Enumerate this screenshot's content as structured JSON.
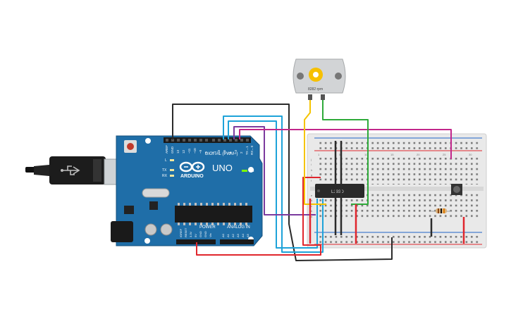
{
  "board": {
    "brand": "ARDUINO",
    "model": "UNO",
    "digital_header": "DIGITAL (PWM~)",
    "power_header": "POWER",
    "analog_header": "ANALOG IN",
    "on_label": "ON",
    "led_l": "L",
    "led_tx": "TX",
    "led_rx": "RX",
    "pins_top": [
      "AREF",
      "GND",
      "13",
      "12",
      "~11",
      "~10",
      "~9",
      "8",
      "7",
      "~6",
      "~5",
      "4",
      "~3",
      "2",
      "TX→1",
      "RX←0"
    ],
    "pins_power": [
      "IOREF",
      "RESET",
      "3.3V",
      "5V",
      "GND",
      "GND",
      "Vin"
    ],
    "pins_analog": [
      "A0",
      "A1",
      "A2",
      "A3",
      "A4",
      "A5"
    ]
  },
  "motor": {
    "speed_label": "8282 rpm"
  },
  "chip": {
    "label": "L293D"
  },
  "breadboard": {
    "row_letters_top": [
      "j",
      "i",
      "h",
      "g",
      "f"
    ],
    "row_letters_bottom": [
      "e",
      "d",
      "c",
      "b",
      "a"
    ],
    "column_numbers": [
      "1",
      "5",
      "10",
      "15",
      "20",
      "25",
      "30"
    ]
  },
  "colors": {
    "board_blue": "#1f6ea8",
    "wire_black": "#2b2b2b",
    "wire_red": "#e0262d",
    "wire_yellow": "#f5c400",
    "wire_green": "#2faa3a",
    "wire_blue": "#1ea3d9",
    "wire_purple": "#7b3a9e",
    "wire_magenta": "#c2278b",
    "breadboard": "#e9e9e9"
  }
}
